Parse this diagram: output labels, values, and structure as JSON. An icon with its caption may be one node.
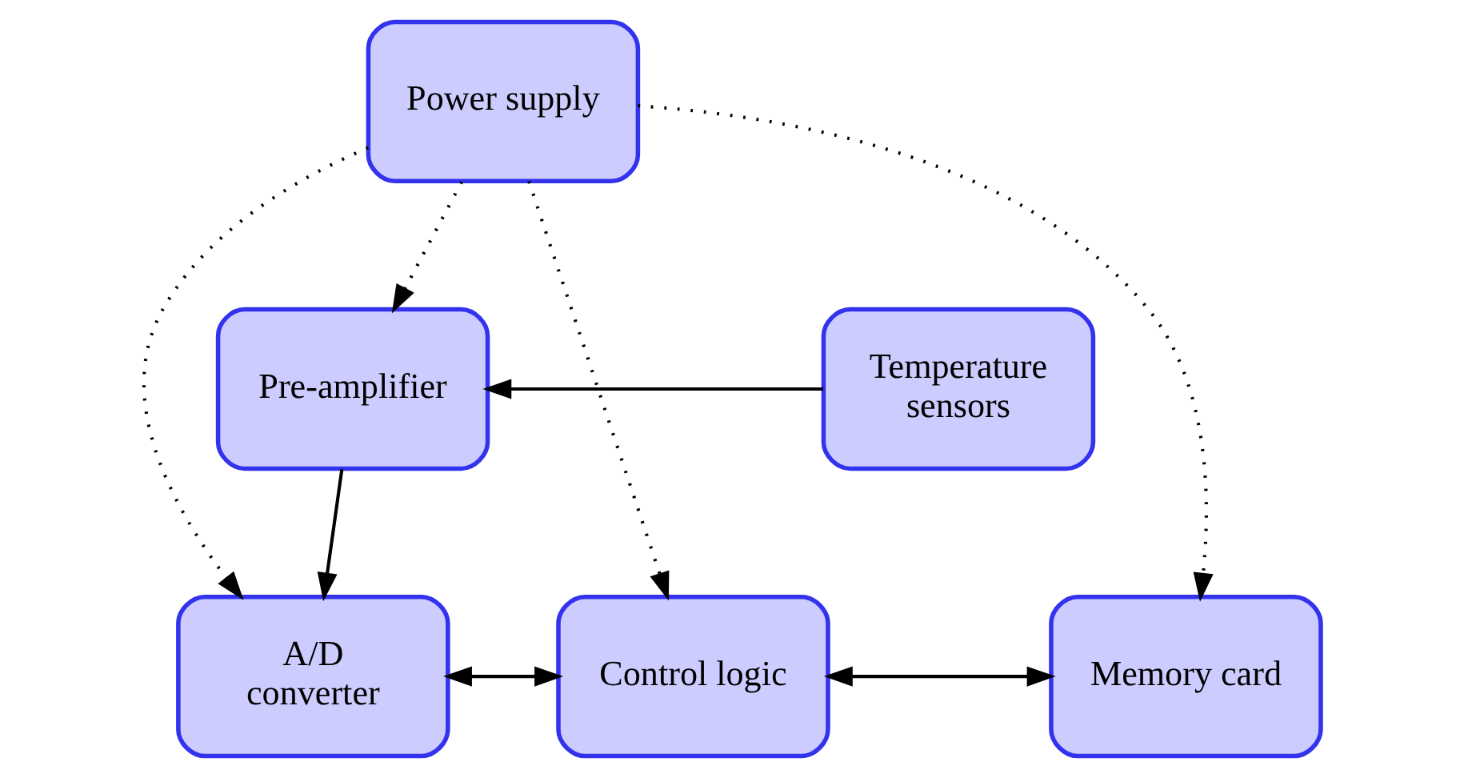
{
  "diagram": {
    "nodes": [
      {
        "text": [
          "Power supply"
        ]
      },
      {
        "text": [
          "Temperature sensors"
        ]
      },
      {
        "text": [
          "Pre-amplifier"
        ]
      },
      {
        "text": [
          "A/D converter"
        ]
      },
      {
        "text": [
          "Control logic"
        ]
      },
      {
        "text": [
          "Memory card"
        ]
      }
    ],
    "edges": [
      {
        "from": 1,
        "to": 2,
        "arrow": "to"
      },
      {
        "from": 2,
        "to": 3,
        "arrow": "to"
      },
      {
        "from": 3,
        "to": 4,
        "arrow": "both"
      },
      {
        "from": 4,
        "to": 5,
        "arrow": "both"
      },
      {
        "from": 0,
        "to": 2,
        "arrow": "to",
        "style": "dashed"
      },
      {
        "from": 0,
        "to": 3,
        "arrow": "to",
        "style": "dashed"
      },
      {
        "from": 0,
        "to": 4,
        "arrow": "to",
        "style": "dashed"
      },
      {
        "from": 0,
        "to": 5,
        "arrow": "to",
        "style": "dashed"
      }
    ]
  }
}
